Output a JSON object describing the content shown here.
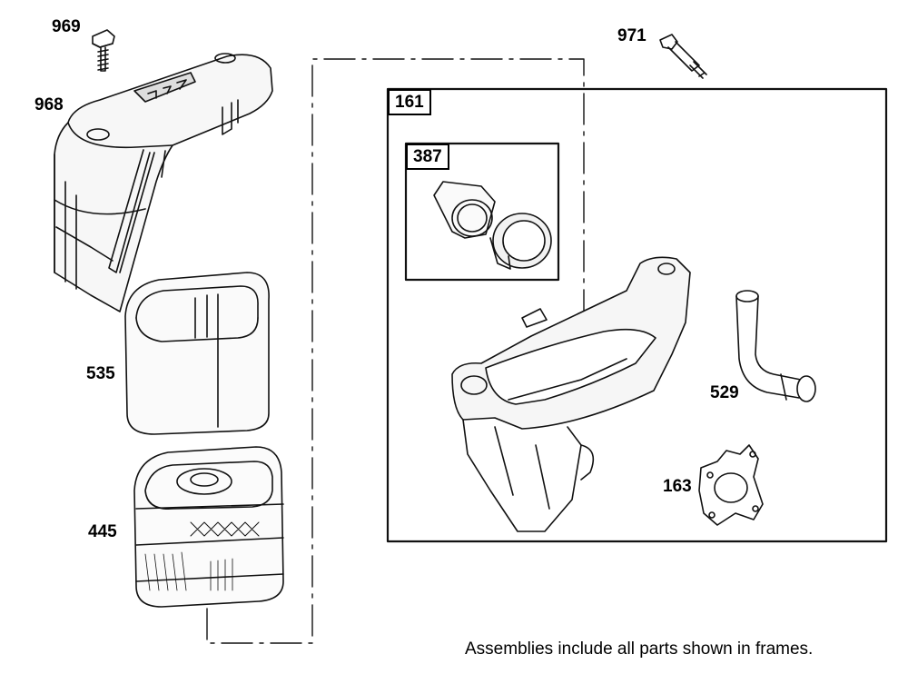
{
  "parts": {
    "p969": "969",
    "p968": "968",
    "p535": "535",
    "p445": "445",
    "p971": "971",
    "p161": "161",
    "p387": "387",
    "p529": "529",
    "p163": "163"
  },
  "note": "Assemblies include all parts shown in frames."
}
